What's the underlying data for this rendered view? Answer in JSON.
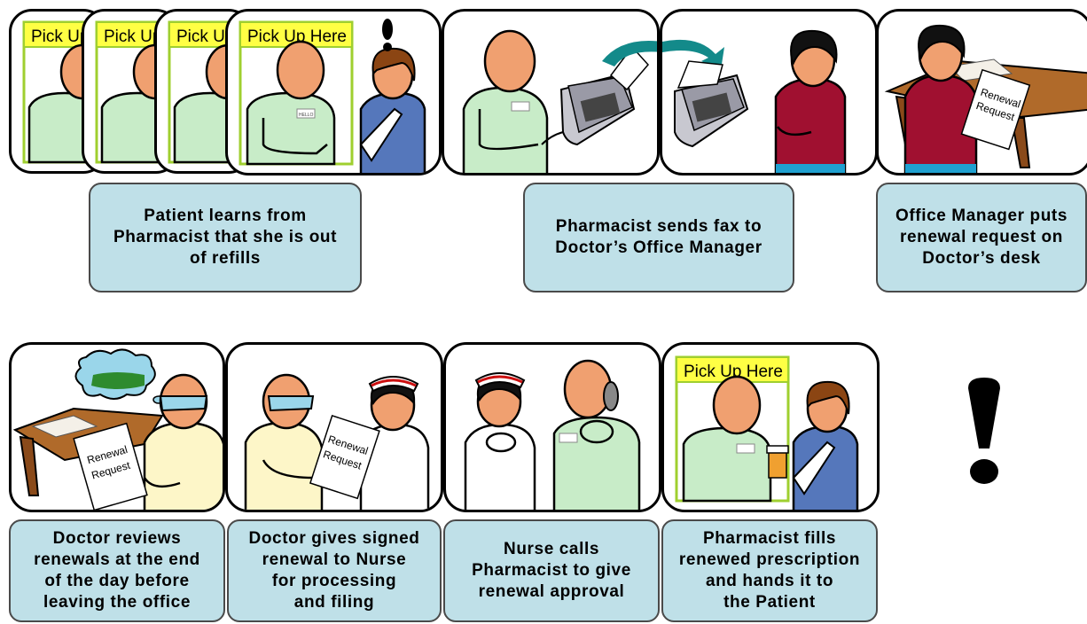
{
  "captions": {
    "c1": "Patient learns from\nPharmacist that she is out\nof refills",
    "c2": "Pharmacist sends fax to\nDoctor’s Office Manager",
    "c3": "Office Manager puts\nrenewal request on\nDoctor’s desk",
    "c4": "Doctor reviews\nrenewals at the end\nof the day before\nleaving the office",
    "c5": "Doctor gives signed\nrenewal to Nurse\nfor processing\nand filing",
    "c6": "Nurse calls\nPharmacist to give\nrenewal approval",
    "c7": "Pharmacist fills\nrenewed prescription\nand hands it to\nthe Patient"
  },
  "signs": {
    "pick_up_partial": "Pick Up",
    "pick_up_here": "Pick Up Here",
    "renewal_line1": "Renewal",
    "renewal_line2": "Request",
    "badge": "HELLO"
  },
  "colors": {
    "caption_fill": "#bfe0e8",
    "sign_yellow": "#ffff44",
    "sign_border": "#9fcf2f",
    "skin": "#f0a070",
    "pharmacist_coat": "#c8ecc8",
    "patient_shirt": "#5577bb",
    "office_manager_shirt": "#a01030",
    "doctor_coat": "#fdf6c8",
    "fax_arrow": "#138a8a",
    "desk": "#b06a2a"
  }
}
